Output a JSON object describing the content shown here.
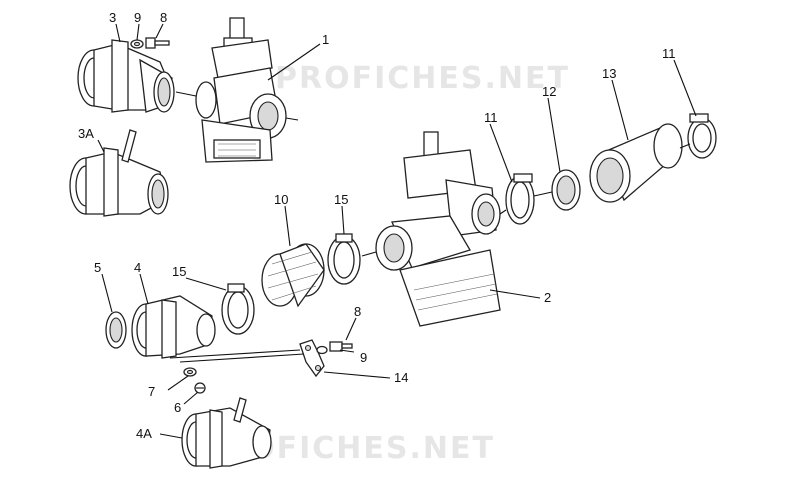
{
  "watermark": {
    "top": "PROFICHES.NET",
    "bottom": "PROFICHES.NET"
  },
  "callouts": [
    {
      "id": "c3",
      "text": "3"
    },
    {
      "id": "c9a",
      "text": "9"
    },
    {
      "id": "c8a",
      "text": "8"
    },
    {
      "id": "c1",
      "text": "1"
    },
    {
      "id": "c3A",
      "text": "3A"
    },
    {
      "id": "c11a",
      "text": "11"
    },
    {
      "id": "c12",
      "text": "12"
    },
    {
      "id": "c13",
      "text": "13"
    },
    {
      "id": "c11b",
      "text": "11"
    },
    {
      "id": "c10",
      "text": "10"
    },
    {
      "id": "c15a",
      "text": "15"
    },
    {
      "id": "c5",
      "text": "5"
    },
    {
      "id": "c4",
      "text": "4"
    },
    {
      "id": "c15b",
      "text": "15"
    },
    {
      "id": "c2",
      "text": "2"
    },
    {
      "id": "c8b",
      "text": "8"
    },
    {
      "id": "c9b",
      "text": "9"
    },
    {
      "id": "c14",
      "text": "14"
    },
    {
      "id": "c7",
      "text": "7"
    },
    {
      "id": "c6",
      "text": "6"
    },
    {
      "id": "c4A",
      "text": "4A"
    }
  ]
}
